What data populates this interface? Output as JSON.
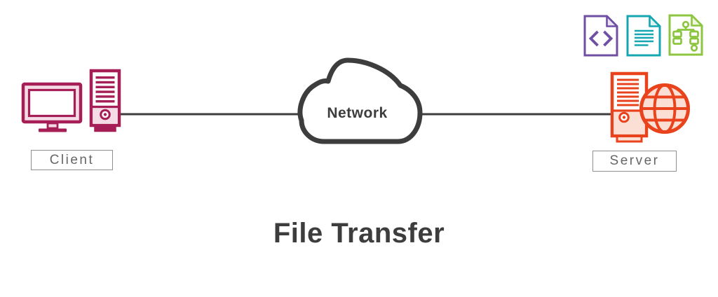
{
  "title": "File Transfer",
  "nodes": {
    "client": {
      "label": "Client",
      "icons": [
        "monitor-icon",
        "desktop-tower-icon"
      ]
    },
    "network": {
      "label": "Network",
      "icon": "cloud-icon"
    },
    "server": {
      "label": "Server",
      "icons": [
        "server-tower-icon",
        "globe-icon"
      ]
    }
  },
  "files": [
    {
      "name": "code-file-icon"
    },
    {
      "name": "document-file-icon"
    },
    {
      "name": "diagram-file-icon"
    }
  ],
  "colors": {
    "ink": "#3d3d3d",
    "client": "#a61e56",
    "client-light": "#f4dbe6",
    "server": "#e8431c",
    "server-light": "#fbdfd5",
    "file-code": "#6f4fa3",
    "file-code-light": "#eae3f4",
    "file-doc": "#14a7b2",
    "file-doc-light": "#dff3f5",
    "file-diagram": "#8cc63f",
    "file-diagram-light": "#eef7dd",
    "label-border": "#8f8f8f",
    "label-text": "#666666"
  }
}
